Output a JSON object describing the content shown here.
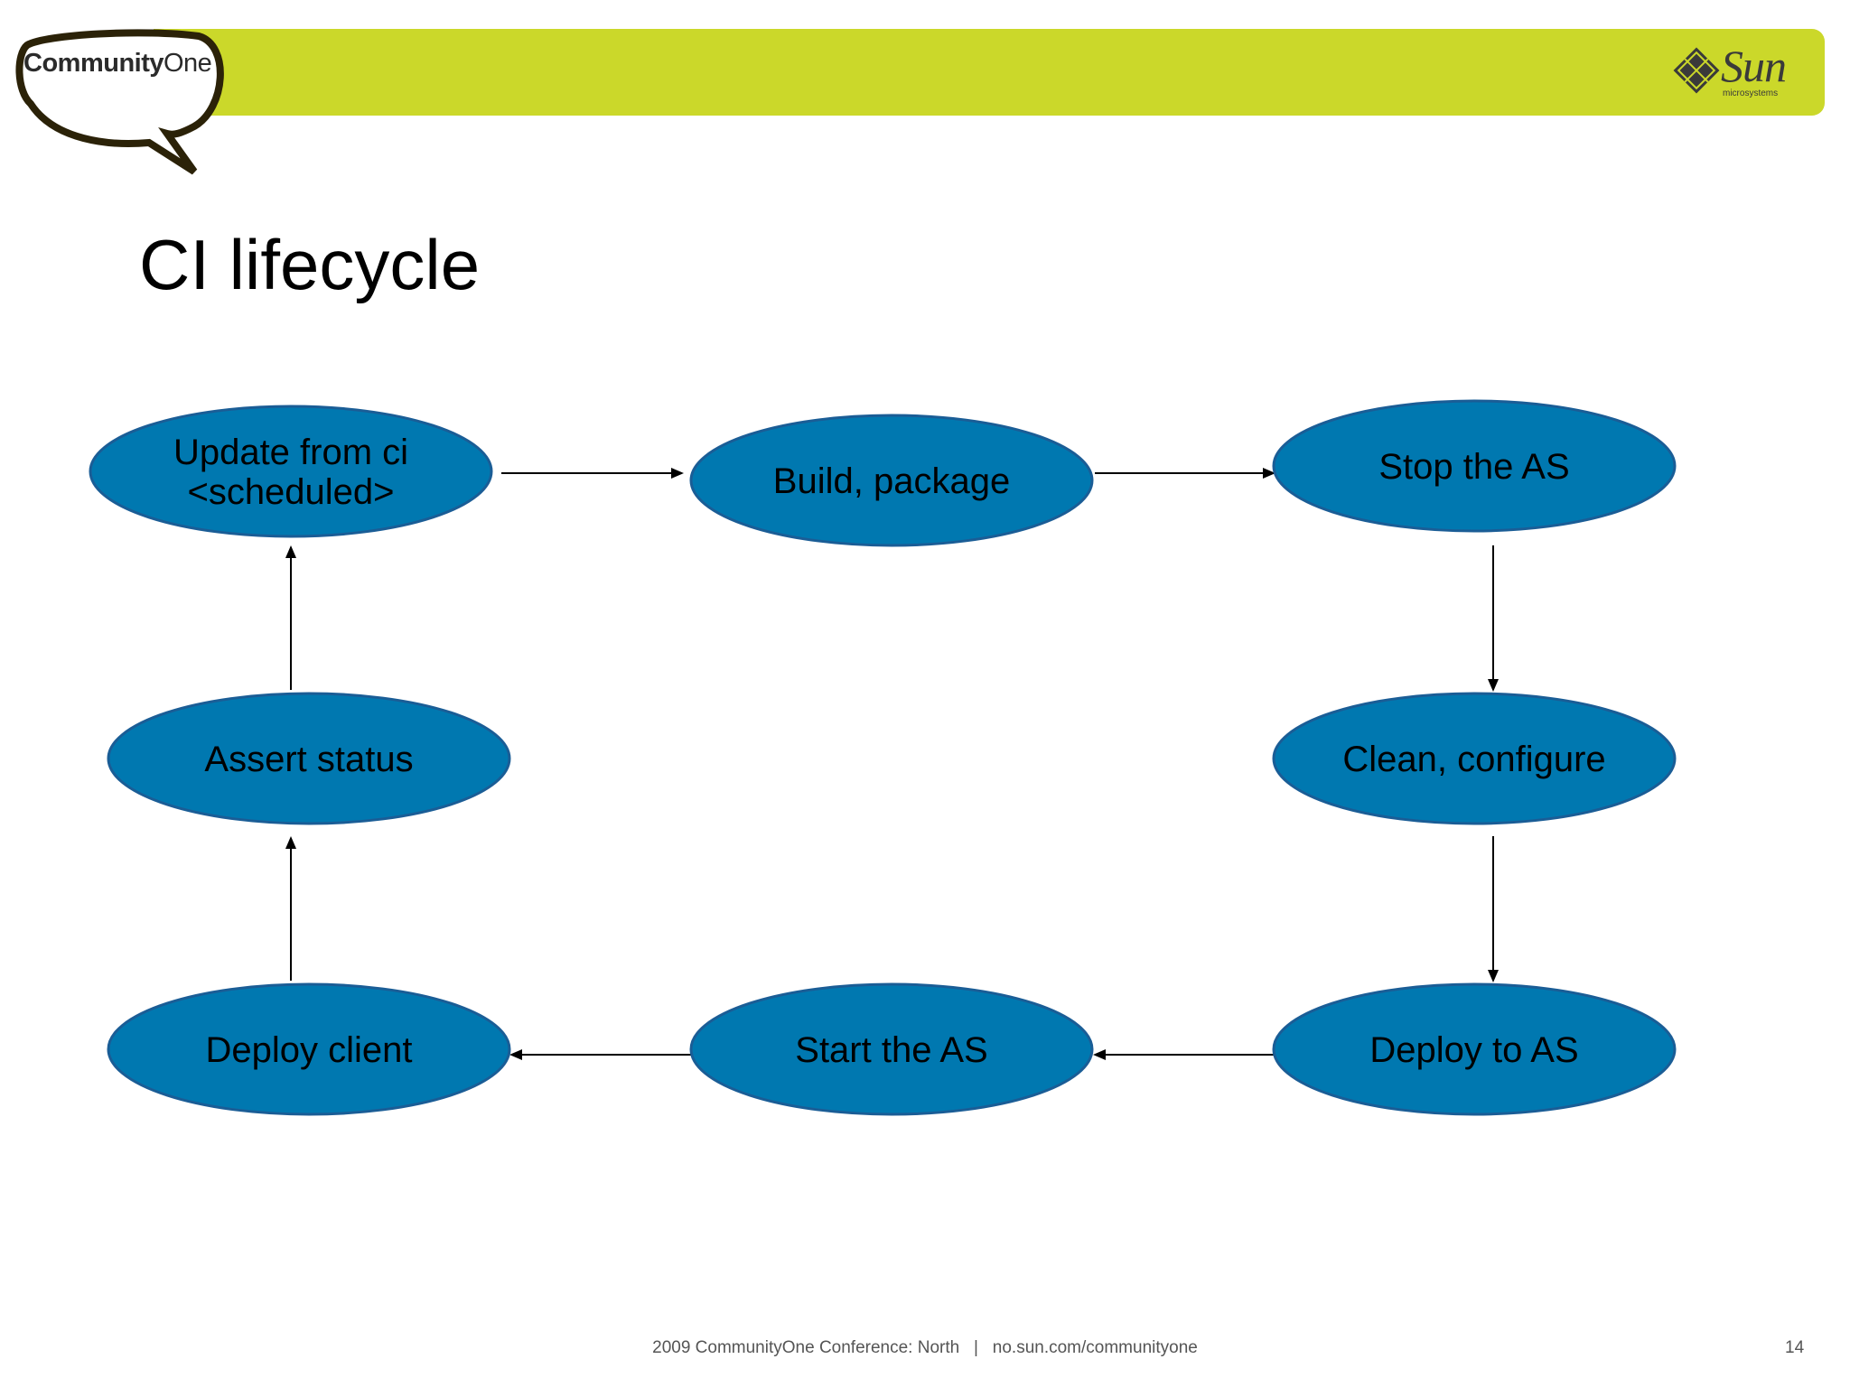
{
  "header": {
    "logo_left": {
      "bold": "Community",
      "regular": "One"
    },
    "logo_right": {
      "word": "Sun",
      "sub": "microsystems"
    }
  },
  "slide": {
    "title": "CI lifecycle",
    "page_number": "14"
  },
  "footer": {
    "text": "2009 CommunityOne Conference: North   |   no.sun.com/communityone"
  },
  "diagram": {
    "nodes": [
      {
        "id": "update",
        "lines": [
          "Update from ci",
          "<scheduled>"
        ]
      },
      {
        "id": "build",
        "lines": [
          "Build, package"
        ]
      },
      {
        "id": "stop",
        "lines": [
          "Stop the AS"
        ]
      },
      {
        "id": "clean",
        "lines": [
          "Clean, configure"
        ]
      },
      {
        "id": "deploy_as",
        "lines": [
          "Deploy to AS"
        ]
      },
      {
        "id": "start",
        "lines": [
          "Start the AS"
        ]
      },
      {
        "id": "deploy_client",
        "lines": [
          "Deploy client"
        ]
      },
      {
        "id": "assert",
        "lines": [
          "Assert status"
        ]
      }
    ],
    "edges": [
      {
        "from": "update",
        "to": "build"
      },
      {
        "from": "build",
        "to": "stop"
      },
      {
        "from": "stop",
        "to": "clean"
      },
      {
        "from": "clean",
        "to": "deploy_as"
      },
      {
        "from": "deploy_as",
        "to": "start"
      },
      {
        "from": "start",
        "to": "deploy_client"
      },
      {
        "from": "deploy_client",
        "to": "assert"
      },
      {
        "from": "assert",
        "to": "update"
      }
    ],
    "colors": {
      "node_fill": "#0078b0",
      "node_stroke": "#1a5d96",
      "text": "#000000",
      "arrow": "#000000"
    }
  },
  "colors": {
    "header_bar": "#cbd82a"
  }
}
